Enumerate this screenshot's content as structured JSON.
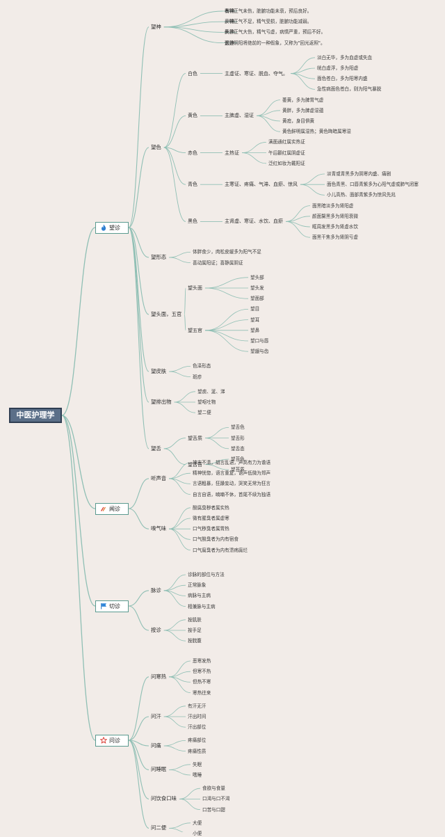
{
  "root": "中医护理学",
  "branches": [
    {
      "label": "望诊",
      "icon": "fire-icon",
      "children": [
        {
          "label": "望神",
          "children": [
            {
              "label": "有神",
              "children": [
                {
                  "label": "表明正气未伤，脏腑功能未衰，预后良好。"
                }
              ]
            },
            {
              "label": "少神",
              "children": [
                {
                  "label": "表明正气不足，精气受损，脏腑功能减弱。"
                }
              ]
            },
            {
              "label": "失神",
              "children": [
                {
                  "label": "表示正气大伤，精气亏虚，病情严重，预后不好。"
                }
              ]
            },
            {
              "label": "假神",
              "children": [
                {
                  "label": "这是阴阳将绝前的一种假象，又称为\"回光返照\"。"
                }
              ]
            }
          ]
        },
        {
          "label": "望色",
          "children": [
            {
              "label": "白色",
              "children": [
                {
                  "label": "主虚证、寒证、脱血、夺气。",
                  "children": [
                    {
                      "label": "淡白无华，多为血虚或失血"
                    },
                    {
                      "label": "㿠白虚浮，多为阳虚"
                    },
                    {
                      "label": "面色苍白，多为阳寒内盛"
                    },
                    {
                      "label": "急性病面色苍白，则为阳气暴脱"
                    }
                  ]
                }
              ]
            },
            {
              "label": "黄色",
              "children": [
                {
                  "label": "主脾虚、湿证",
                  "children": [
                    {
                      "label": "萎黄，多为脾胃气虚"
                    },
                    {
                      "label": "黄胖，多为脾虚湿蕴"
                    },
                    {
                      "label": "黄疸，身目俱黄"
                    },
                    {
                      "label": "黄色鲜明属湿热；黄色晦暗属寒湿"
                    }
                  ]
                }
              ]
            },
            {
              "label": "赤色",
              "children": [
                {
                  "label": "主热证",
                  "children": [
                    {
                      "label": "满面通红属实热证"
                    },
                    {
                      "label": "午后颧红属阴虚证"
                    },
                    {
                      "label": "泛红如妆为戴阳证"
                    }
                  ]
                }
              ]
            },
            {
              "label": "青色",
              "children": [
                {
                  "label": "主寒证、疼痛、气滞、血瘀、惊风",
                  "children": [
                    {
                      "label": "淡青或青黑多为阴寒内盛、痛剧"
                    },
                    {
                      "label": "面色青黑、口唇青紫多为心阳气虚或肺气闭塞"
                    },
                    {
                      "label": "小儿高热、面部青紫多为惊风先兆"
                    }
                  ]
                }
              ]
            },
            {
              "label": "黑色",
              "children": [
                {
                  "label": "主肾虚、寒证、水饮、血瘀",
                  "children": [
                    {
                      "label": "面黑暗淡多为肾阳虚"
                    },
                    {
                      "label": "颜面黧黑多为肾阳衰微"
                    },
                    {
                      "label": "眶周发黑多为肾虚水饮"
                    },
                    {
                      "label": "面黑干焦多为肾阴亏虚"
                    }
                  ]
                }
              ]
            }
          ]
        },
        {
          "label": "望形态",
          "children": [
            {
              "label": "体胖食少，肉松皮缓多为阳气不足"
            },
            {
              "label": "喜动属阳证；喜静属阴证"
            }
          ]
        },
        {
          "label": "望头面，五官",
          "children": [
            {
              "label": "望头面",
              "children": [
                {
                  "label": "望头部"
                },
                {
                  "label": "望头发"
                },
                {
                  "label": "望面部"
                }
              ]
            },
            {
              "label": "望五官",
              "children": [
                {
                  "label": "望目"
                },
                {
                  "label": "望耳"
                },
                {
                  "label": "望鼻"
                },
                {
                  "label": "望口与唇"
                },
                {
                  "label": "望龈与齿"
                }
              ]
            }
          ]
        },
        {
          "label": "望皮肤",
          "children": [
            {
              "label": "色泽形态"
            },
            {
              "label": "斑疹"
            }
          ]
        },
        {
          "label": "望排出物",
          "children": [
            {
              "label": "望痰、涎、涕"
            },
            {
              "label": "望呕吐物"
            },
            {
              "label": "望二便"
            }
          ]
        },
        {
          "label": "望舌",
          "children": [
            {
              "label": "望舌质",
              "children": [
                {
                  "label": "望舌色"
                },
                {
                  "label": "望舌形"
                },
                {
                  "label": "望舌态"
                }
              ]
            },
            {
              "label": "望舌苔",
              "children": [
                {
                  "label": "望苔色"
                },
                {
                  "label": "望苔质"
                }
              ]
            }
          ]
        }
      ]
    },
    {
      "label": "闻诊",
      "icon": "listen-icon",
      "children": [
        {
          "label": "听声音",
          "children": [
            {
              "label": "神志不清，胡言乱语，声高有力为谵语"
            },
            {
              "label": "精神恍惚，语言重复，语声低微为郑声"
            },
            {
              "label": "言语粗暴，狂躁妄动，哭笑无常为狂言"
            },
            {
              "label": "自言自语，喃喃不休，首尾不续为独语"
            }
          ]
        },
        {
          "label": "嗅气味",
          "children": [
            {
              "label": "酸腐臭秽者属实热"
            },
            {
              "label": "微有腥臭者属虚寒"
            },
            {
              "label": "口气秽臭者属胃热"
            },
            {
              "label": "口气酸臭者为内有宿食"
            },
            {
              "label": "口气腐臭者为内有溃疡腐烂"
            }
          ]
        }
      ]
    },
    {
      "label": "切诊",
      "icon": "flag-icon",
      "children": [
        {
          "label": "脉诊",
          "children": [
            {
              "label": "诊脉的部位与方法"
            },
            {
              "label": "正常脉象"
            },
            {
              "label": "病脉与主病"
            },
            {
              "label": "相兼脉与主病"
            }
          ]
        },
        {
          "label": "按诊",
          "children": [
            {
              "label": "按肌肤"
            },
            {
              "label": "按手足"
            },
            {
              "label": "按脘腹"
            }
          ]
        }
      ]
    },
    {
      "label": "问诊",
      "icon": "star-icon",
      "children": [
        {
          "label": "问寒热",
          "children": [
            {
              "label": "恶寒发热"
            },
            {
              "label": "但寒不热"
            },
            {
              "label": "但热不寒"
            },
            {
              "label": "寒热往来"
            }
          ]
        },
        {
          "label": "问汗",
          "children": [
            {
              "label": "有汗无汗"
            },
            {
              "label": "汗出时间"
            },
            {
              "label": "汗出部位"
            }
          ]
        },
        {
          "label": "问痛",
          "children": [
            {
              "label": "疼痛部位"
            },
            {
              "label": "疼痛性质"
            }
          ]
        },
        {
          "label": "问睡眠",
          "children": [
            {
              "label": "失眠"
            },
            {
              "label": "嗜睡"
            }
          ]
        },
        {
          "label": "问饮食口味",
          "children": [
            {
              "label": "食欲与食量"
            },
            {
              "label": "口渴与口不渴"
            },
            {
              "label": "口苦与口甜"
            }
          ]
        },
        {
          "label": "问二便",
          "children": [
            {
              "label": "大便"
            },
            {
              "label": "小便"
            }
          ]
        }
      ]
    }
  ],
  "colors": {
    "background": "#f2ece8",
    "line": "#8fbfb4",
    "root": "#5b6f88",
    "branch_border": "#5a9a8f"
  }
}
